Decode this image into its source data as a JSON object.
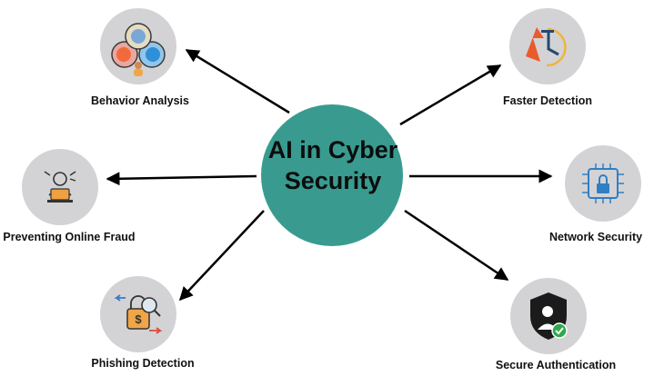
{
  "diagram": {
    "center": {
      "label_line1": "AI in Cyber",
      "label_line2": "Security",
      "color": "#399b8f"
    },
    "node_circle_color": "#d3d3d6",
    "arrow_color": "#000000",
    "nodes": [
      {
        "id": "behavior-analysis",
        "label": "Behavior Analysis",
        "icon": "emotion-faces-icon"
      },
      {
        "id": "faster-detection",
        "label": "Faster Detection",
        "icon": "clock-speed-icon"
      },
      {
        "id": "preventing-online-fraud",
        "label": "Preventing Online Fraud",
        "icon": "hacker-laptop-icon"
      },
      {
        "id": "network-security",
        "label": "Network Security",
        "icon": "circuit-lock-icon"
      },
      {
        "id": "phishing-detection",
        "label": "Phishing Detection",
        "icon": "lock-magnifier-icon"
      },
      {
        "id": "secure-authentication",
        "label": "Secure Authentication",
        "icon": "shield-user-check-icon"
      }
    ]
  }
}
